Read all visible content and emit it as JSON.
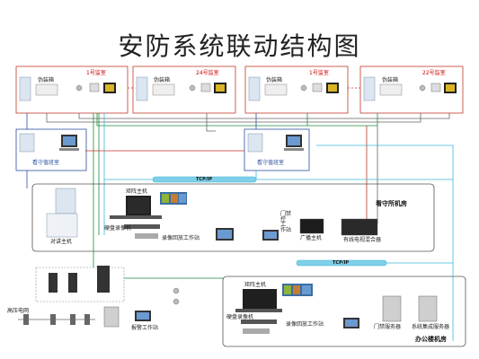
{
  "title": "安防系统联动结构图",
  "prisons": [
    {
      "name": "1号监室",
      "box": "伪装箱"
    },
    {
      "name": "24号监室",
      "box": "伪装箱"
    },
    {
      "name": "1号监室",
      "box": "伪装箱"
    },
    {
      "name": "22号监室",
      "box": "伪装箱"
    }
  ],
  "duty_rooms": [
    "看守值班室",
    "看守值班室"
  ],
  "network": [
    "TCP/IP",
    "TCP/IP"
  ],
  "machine_room": {
    "title": "看守所机房",
    "matrix": "矩阵主机",
    "recorder": "硬盘录像机",
    "playback": "录像回放工作站",
    "intercom": "对讲主机",
    "ctrl_station": [
      "门禁",
      "控",
      "工",
      "作站"
    ],
    "broadcast": "广播主机",
    "tv": "有线电视混合器"
  },
  "office_room": {
    "title": "办公楼机房",
    "matrix": "矩阵主机",
    "recorder": "硬盘录像机",
    "playback": "录像回放工作站",
    "door_server": "门禁服务器",
    "integ_server": "系统集成服务器"
  },
  "alarm": {
    "grid": "高压电网",
    "station": "报警工作站"
  },
  "colors": {
    "red": "#c0392b",
    "cyan": "#3bb6d6",
    "green": "#1e8a3c",
    "blue": "#2c4fa0",
    "gray": "#666666"
  }
}
